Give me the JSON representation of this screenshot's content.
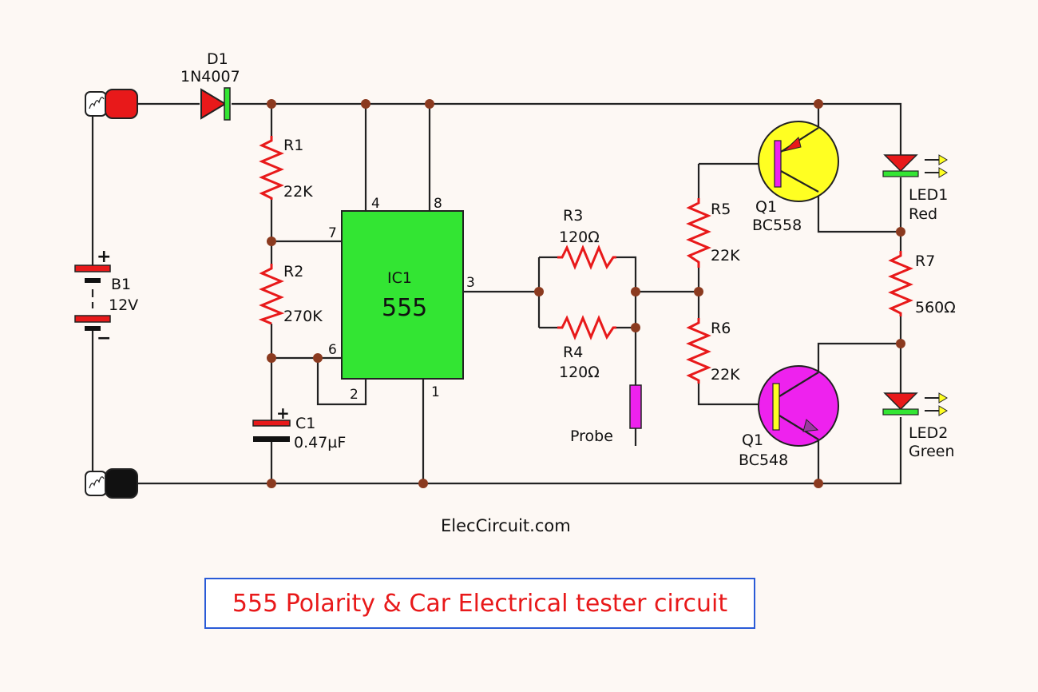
{
  "diagram": {
    "footer": "ElecCircuit.com",
    "title": "555 Polarity & Car Electrical tester circuit"
  },
  "components": {
    "d1": {
      "ref": "D1",
      "value": "1N4007"
    },
    "r1": {
      "ref": "R1",
      "value": "22K"
    },
    "r2": {
      "ref": "R2",
      "value": "270K"
    },
    "c1": {
      "ref": "C1",
      "value": "0.47µF",
      "polarity": "+"
    },
    "b1": {
      "ref": "B1",
      "value": "12V",
      "plus": "+",
      "minus": "−"
    },
    "ic1": {
      "ref": "IC1",
      "value": "555",
      "pins": {
        "p4": "4",
        "p8": "8",
        "p7": "7",
        "p3": "3",
        "p6": "6",
        "p2": "2",
        "p1": "1"
      }
    },
    "r3": {
      "ref": "R3",
      "value": "120Ω"
    },
    "r4": {
      "ref": "R4",
      "value": "120Ω"
    },
    "probe": {
      "label": "Probe"
    },
    "r5": {
      "ref": "R5",
      "value": "22K"
    },
    "r6": {
      "ref": "R6",
      "value": "22K"
    },
    "q1_top": {
      "ref": "Q1",
      "value": "BC558"
    },
    "q1_bottom": {
      "ref": "Q1",
      "value": "BC548"
    },
    "r7": {
      "ref": "R7",
      "value": "560Ω"
    },
    "led1": {
      "ref": "LED1",
      "color": "Red"
    },
    "led2": {
      "ref": "LED2",
      "color": "Green"
    }
  },
  "colors": {
    "ic_fill": "#33e533",
    "pnp_fill": "#ffff22",
    "npn_fill": "#ee22ee",
    "resistor": "#e8191a",
    "title_border": "#2a5bd7"
  }
}
